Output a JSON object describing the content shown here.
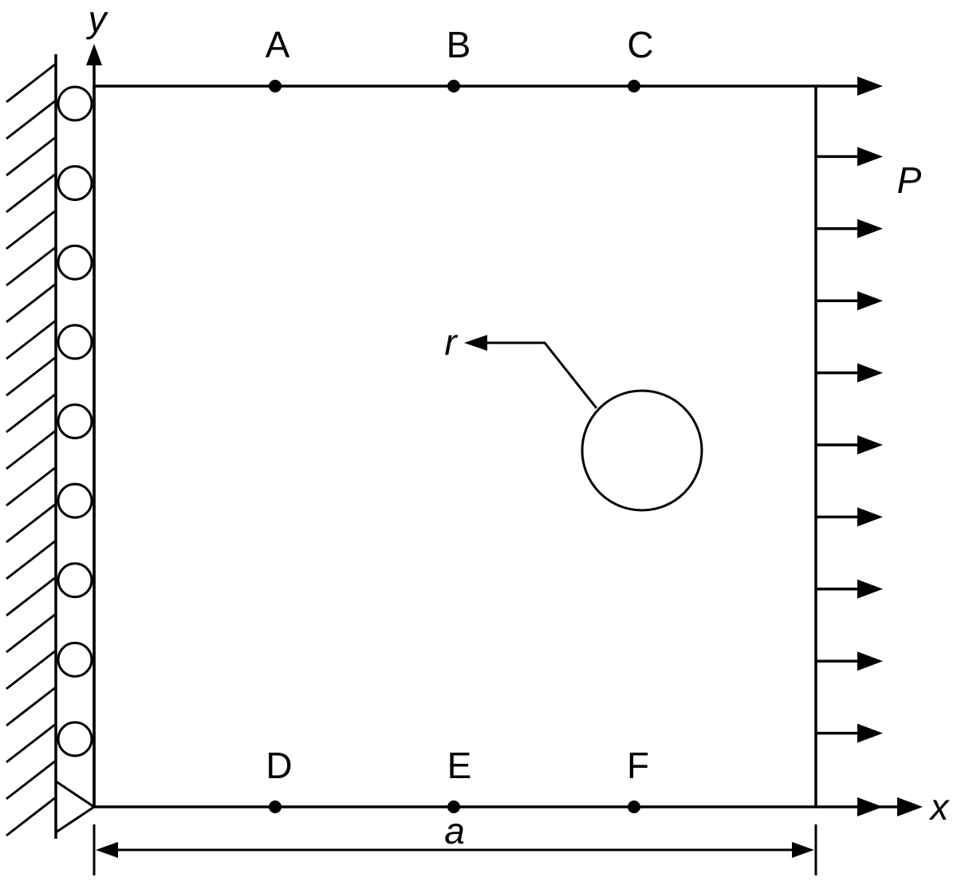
{
  "diagram": {
    "axes": {
      "x_label": "x",
      "y_label": "y"
    },
    "top_points": [
      "A",
      "B",
      "C"
    ],
    "bottom_points": [
      "D",
      "E",
      "F"
    ],
    "load_label": "P",
    "hole_label": "r",
    "width_label": "a",
    "roller_count": 9,
    "load_arrow_count": 11,
    "colors": {
      "ink": "#000000",
      "background": "#ffffff"
    }
  }
}
